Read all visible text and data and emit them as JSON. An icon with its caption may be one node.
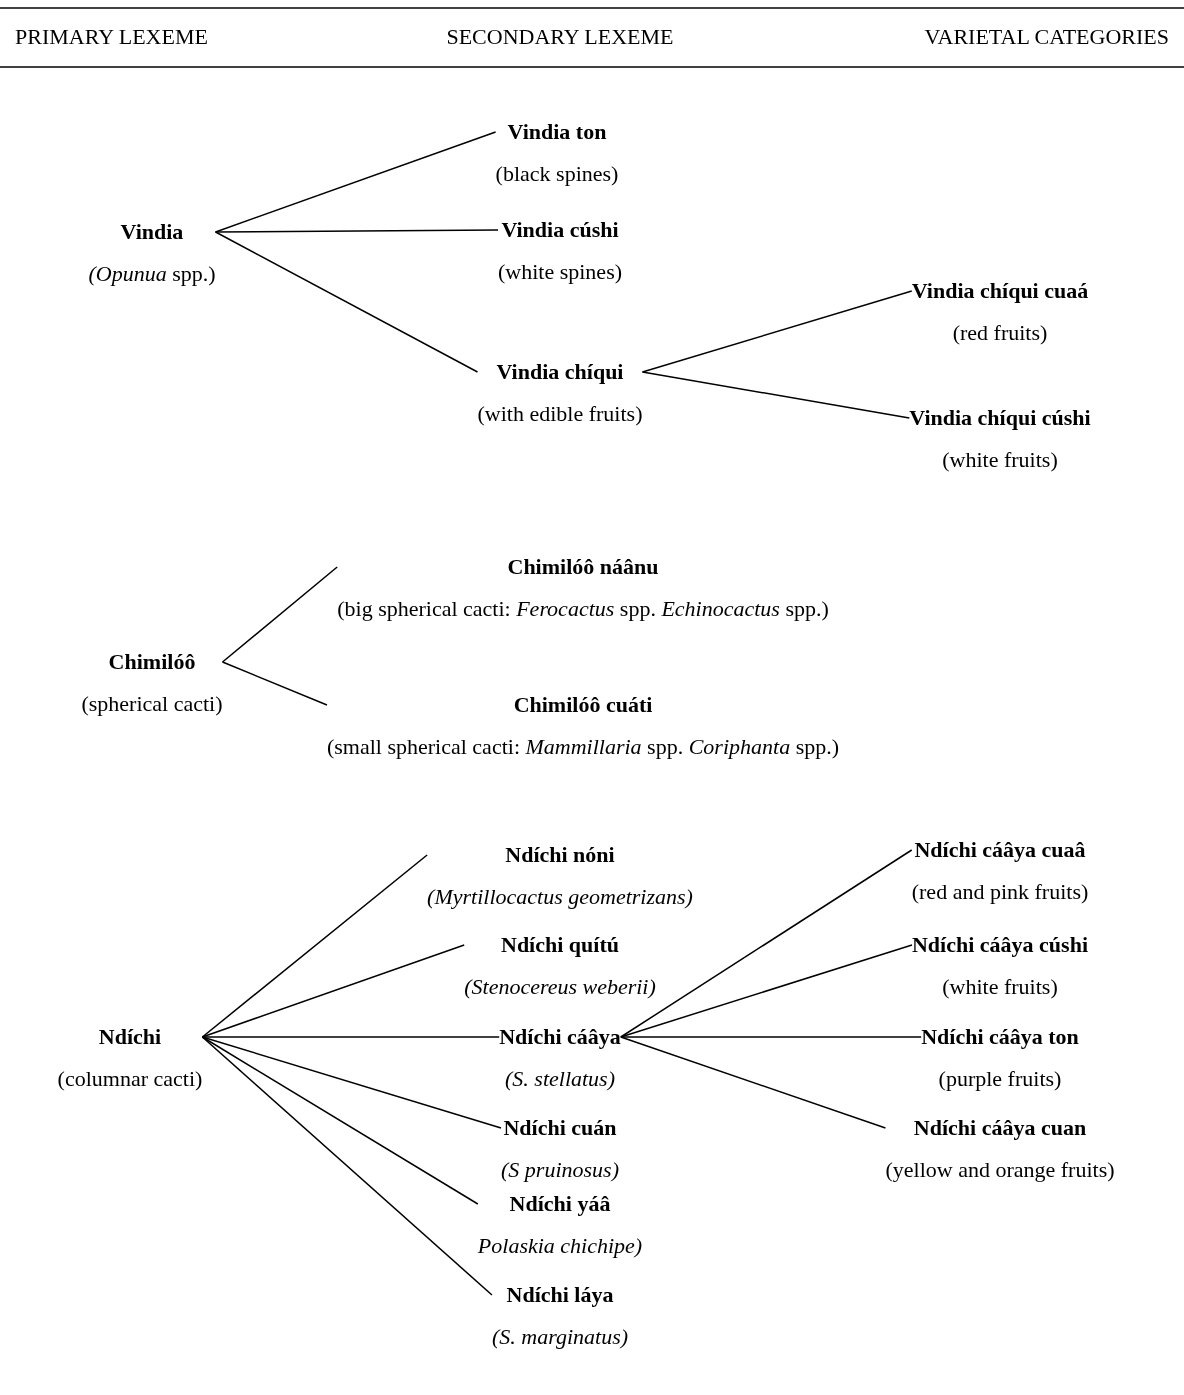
{
  "diagram": {
    "nodes": [
      {
        "text": [
          "Vindia",
          "*(Opunua* spp.)"
        ]
      },
      {
        "text": [
          "Vindia ton",
          "(black spines)"
        ]
      },
      {
        "text": [
          "Vindia cúshi",
          "(white spines)"
        ]
      },
      {
        "text": [
          "Vindia chíqui",
          "(with edible fruits)"
        ]
      },
      {
        "text": [
          "Vindia chíqui cuaá",
          "(red fruits)"
        ]
      },
      {
        "text": [
          "Vindia chíqui cúshi",
          "(white fruits)"
        ]
      },
      {
        "text": [
          "Chimilóô",
          "(spherical cacti)"
        ]
      },
      {
        "text": [
          "Chimilóô náânu",
          "(big spherical cacti: *Ferocactus* spp. *Echinocactus* spp.)"
        ]
      },
      {
        "text": [
          "Chimilóô cuáti",
          "(small spherical cacti: *Mammillaria* spp. *Coriphanta* spp.)"
        ]
      },
      {
        "text": [
          "Ndíchi",
          "(columnar cacti)"
        ]
      },
      {
        "text": [
          "Ndíchi nóni",
          "(Myrtillocactus geometrizans)"
        ]
      },
      {
        "text": [
          "Ndíchi quítú",
          "(Stenocereus weberii)"
        ]
      },
      {
        "text": [
          "Ndíchi cáâya",
          "(S. stellatus)"
        ]
      },
      {
        "text": [
          "Ndíchi cuán",
          "(S pruinosus)"
        ]
      },
      {
        "text": [
          "Ndíchi yáâ",
          "Polaskia chichipe)"
        ]
      },
      {
        "text": [
          "Ndíchi láya",
          "(S. marginatus)"
        ]
      },
      {
        "text": [
          "Ndíchi cáâya cuaâ",
          "(red and pink fruits)"
        ]
      },
      {
        "text": [
          "Ndíchi cáâya cúshi",
          "(white fruits)"
        ]
      },
      {
        "text": [
          "Ndíchi cáâya ton",
          "(purple fruits)"
        ]
      },
      {
        "text": [
          "Ndíchi cáâya cuan",
          "(yellow and orange fruits)"
        ]
      }
    ],
    "edges": [
      {
        "from": 0,
        "to": 1,
        "arrow": "none"
      },
      {
        "from": 0,
        "to": 2,
        "arrow": "none"
      },
      {
        "from": 0,
        "to": 3,
        "arrow": "none"
      },
      {
        "from": 3,
        "to": 4,
        "arrow": "none"
      },
      {
        "from": 3,
        "to": 5,
        "arrow": "none"
      },
      {
        "from": 6,
        "to": 7,
        "arrow": "none"
      },
      {
        "from": 6,
        "to": 8,
        "arrow": "none"
      },
      {
        "from": 9,
        "to": 10,
        "arrow": "none"
      },
      {
        "from": 9,
        "to": 11,
        "arrow": "none"
      },
      {
        "from": 9,
        "to": 12,
        "arrow": "none"
      },
      {
        "from": 9,
        "to": 13,
        "arrow": "none"
      },
      {
        "from": 9,
        "to": 14,
        "arrow": "none"
      },
      {
        "from": 9,
        "to": 15,
        "arrow": "none"
      },
      {
        "from": 12,
        "to": 16,
        "arrow": "none"
      },
      {
        "from": 12,
        "to": 17,
        "arrow": "none"
      },
      {
        "from": 12,
        "to": 18,
        "arrow": "none"
      },
      {
        "from": 12,
        "to": 19,
        "arrow": "none"
      }
    ],
    "labels": [
      "PRIMARY LEXEME",
      "SECONDARY LEXEME",
      "VARIETAL CATEGORIES"
    ]
  }
}
